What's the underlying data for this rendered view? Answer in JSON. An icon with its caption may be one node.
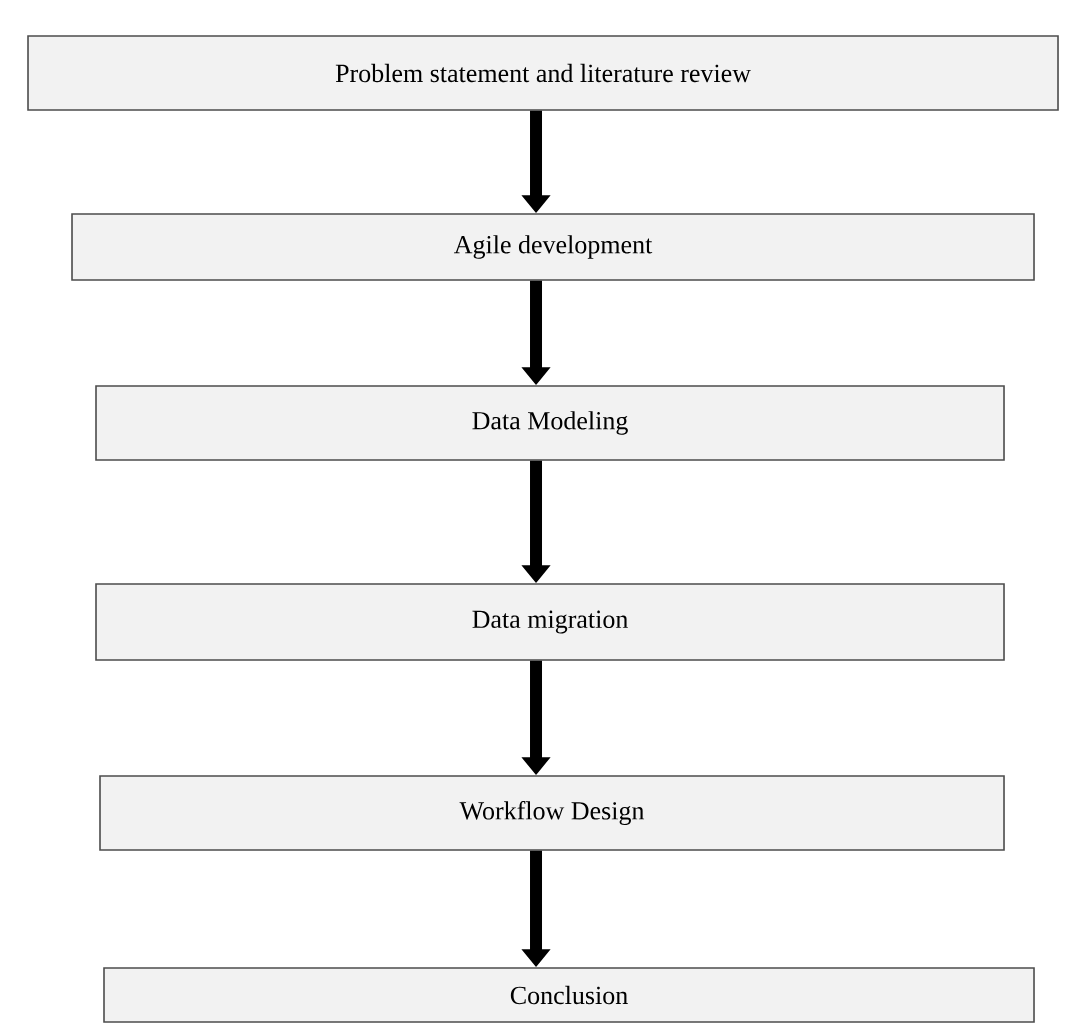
{
  "diagram": {
    "nodes": [
      {
        "text": [
          "Problem statement and literature review"
        ]
      },
      {
        "text": [
          "Agile development"
        ]
      },
      {
        "text": [
          "Data Modeling"
        ]
      },
      {
        "text": [
          "Data migration"
        ]
      },
      {
        "text": [
          "Workflow Design"
        ]
      },
      {
        "text": [
          "Conclusion"
        ]
      }
    ],
    "edges": [
      {
        "from": 0,
        "to": 1,
        "arrow": "to"
      },
      {
        "from": 1,
        "to": 2,
        "arrow": "to"
      },
      {
        "from": 2,
        "to": 3,
        "arrow": "to"
      },
      {
        "from": 3,
        "to": 4,
        "arrow": "to"
      },
      {
        "from": 4,
        "to": 5,
        "arrow": "to"
      }
    ]
  }
}
